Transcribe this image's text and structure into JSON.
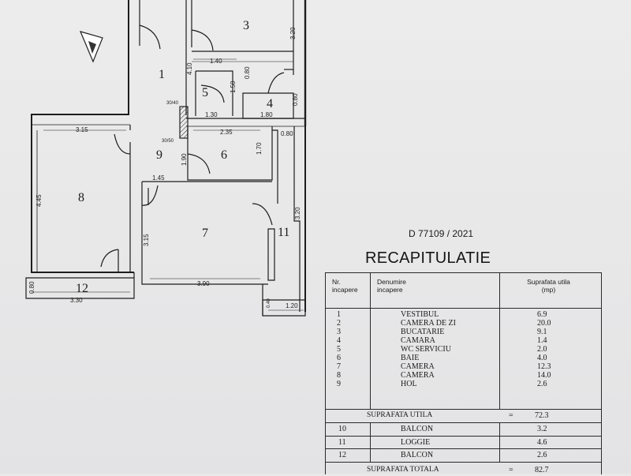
{
  "document_ref": "D 77109 / 2021",
  "plan": {
    "rooms": [
      "1",
      "3",
      "4",
      "5",
      "6",
      "7",
      "8",
      "9",
      "11",
      "12"
    ],
    "dims": {
      "d_3_20_top": "3.20",
      "d_1_40": "1.40",
      "d_4_10": "4.10",
      "d_0_80_a": "0.80",
      "d_1_50": "1.50",
      "d_0_80_b": "0.80",
      "d_1_30": "1.30",
      "d_1_80": "1.80",
      "d_3_15_top": "3.15",
      "d_2_35": "2.35",
      "d_0_80_c": "0.80",
      "d_1_70": "1.70",
      "d_1_90": "1.90",
      "d_1_45": "1.45",
      "d_4_45": "4.45",
      "d_3_20_right": "3.20",
      "d_3_15_left": "3.15",
      "d_3_90": "3.90",
      "d_0_80_d": "0.80",
      "d_3_30": "3.30",
      "d_0_40": "0.40",
      "d_1_20": "1.20",
      "vent_30_40": "30/40",
      "vent_30_50": "30/50"
    }
  },
  "recap": {
    "title": "RECAPITULATIE",
    "headers": {
      "nr": "Nr.\nincapere",
      "name": "Denumire\nincapere",
      "area": "Suprafata utila\n(mp)"
    },
    "rooms": [
      {
        "n": "1",
        "name": "VESTIBUL",
        "area": "6.9"
      },
      {
        "n": "2",
        "name": "CAMERA DE ZI",
        "area": "20.0"
      },
      {
        "n": "3",
        "name": "BUCATARIE",
        "area": "9.1"
      },
      {
        "n": "4",
        "name": "CAMARA",
        "area": "1.4"
      },
      {
        "n": "5",
        "name": "WC SERVICIU",
        "area": "2.0"
      },
      {
        "n": "6",
        "name": "BAIE",
        "area": "4.0"
      },
      {
        "n": "7",
        "name": "CAMERA",
        "area": "12.3"
      },
      {
        "n": "8",
        "name": "CAMERA",
        "area": "14.0"
      },
      {
        "n": "9",
        "name": "HOL",
        "area": "2.6"
      }
    ],
    "usable_label": "SUPRAFATA UTILA",
    "usable_eq": "=",
    "usable_value": "72.3",
    "balconies": [
      {
        "n": "10",
        "name": "BALCON",
        "area": "3.2"
      },
      {
        "n": "11",
        "name": "LOGGIE",
        "area": "4.6"
      },
      {
        "n": "12",
        "name": "BALCON",
        "area": "2.6"
      }
    ],
    "total_label": "SUPRAFATA TOTALA",
    "total_eq": "=",
    "total_value": "82.7"
  }
}
